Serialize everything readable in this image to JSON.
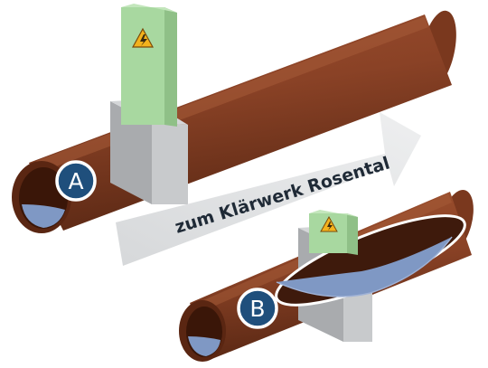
{
  "arrow": {
    "label": "zum Klärwerk Rosental"
  },
  "badges": {
    "a": {
      "label": "A"
    },
    "b": {
      "label": "B"
    }
  },
  "colors": {
    "pipe": "#8b4428",
    "pipe_dark": "#5e2a16",
    "pipe_light": "#a85a38",
    "water": "#7f98c4",
    "concrete": "#bdbfc2",
    "panel": "#a8d8a0",
    "badge": "#1f4f7c",
    "arrow": "#e2e4e6"
  },
  "icons": [
    "high-voltage-icon",
    "high-voltage-icon"
  ]
}
